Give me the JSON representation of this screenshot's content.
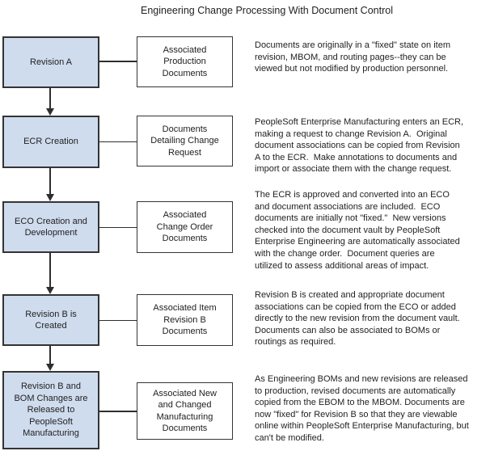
{
  "title": "Engineering Change Processing With Document Control",
  "colors": {
    "box_fill": "#cfdcee",
    "box_border": "#343434",
    "line": "#2e2e2e"
  },
  "rows": [
    {
      "stage": "Revision A",
      "document": "Associated\nProduction\nDocuments",
      "description": "Documents are originally in a \"fixed\" state on item\nrevision, MBOM, and routing pages--they can be\nviewed but not modified by production personnel."
    },
    {
      "stage": "ECR Creation",
      "document": "Documents\nDetailing Change\nRequest",
      "description": "PeopleSoft Enterprise Manufacturing enters an ECR,\nmaking a request to change Revision A.  Original\ndocument associations can be copied from Revision\nA to the ECR.  Make annotations to documents and\nimport or associate them with the change request."
    },
    {
      "stage": "ECO Creation and\nDevelopment",
      "document": "Associated\nChange Order\nDocuments",
      "description": "The ECR is approved and converted into an ECO\nand document associations are included.  ECO\ndocuments are initially not \"fixed.\"  New versions\nchecked into the document vault by PeopleSoft\nEnterprise Engineering are automatically associated\nwith the change order.  Document queries are\nutilized to assess additional areas of impact."
    },
    {
      "stage": "Revision B is\nCreated",
      "document": "Associated Item\nRevision B\nDocuments",
      "description": "Revision B is created and appropriate document\nassociations can be copied from the ECO or added\ndirectly to the new revision from the document vault.\nDocuments can also be associated to BOMs or\nroutings as required."
    },
    {
      "stage": "Revision B and\nBOM Changes are\nReleased to\nPeopleSoft\nManufacturing",
      "document": "Associated New\nand Changed\nManufacturing\nDocuments",
      "description": "As Engineering BOMs and new revisions are released\nto production, revised documents are automatically\ncopied from the EBOM to the MBOM. Documents are\nnow \"fixed\" for Revision B so that they are viewable\nonline within PeopleSoft Enterprise Manufacturing, but\ncan't be modified."
    }
  ]
}
